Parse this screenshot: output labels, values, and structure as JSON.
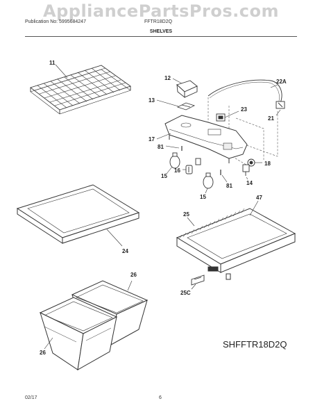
{
  "watermark": "AppliancePartsPros.com",
  "header": {
    "publication": "Publication No: 5995684247",
    "model": "FFTR18D2Q",
    "section": "SHELVES"
  },
  "callouts": {
    "c11": "11",
    "c12": "12",
    "c13": "13",
    "c22a": "22A",
    "c23": "23",
    "c21": "21",
    "c17": "17",
    "c81a": "81",
    "c16": "16",
    "c15a": "15",
    "c18": "18",
    "c14": "14",
    "c81b": "81",
    "c15b": "15",
    "c47": "47",
    "c25": "25",
    "c24": "24",
    "c26a": "26",
    "c26b": "26",
    "c25c": "25C"
  },
  "diagram_code": "SHFFTR18D2Q",
  "footer": {
    "date": "02/17",
    "page": "6"
  }
}
